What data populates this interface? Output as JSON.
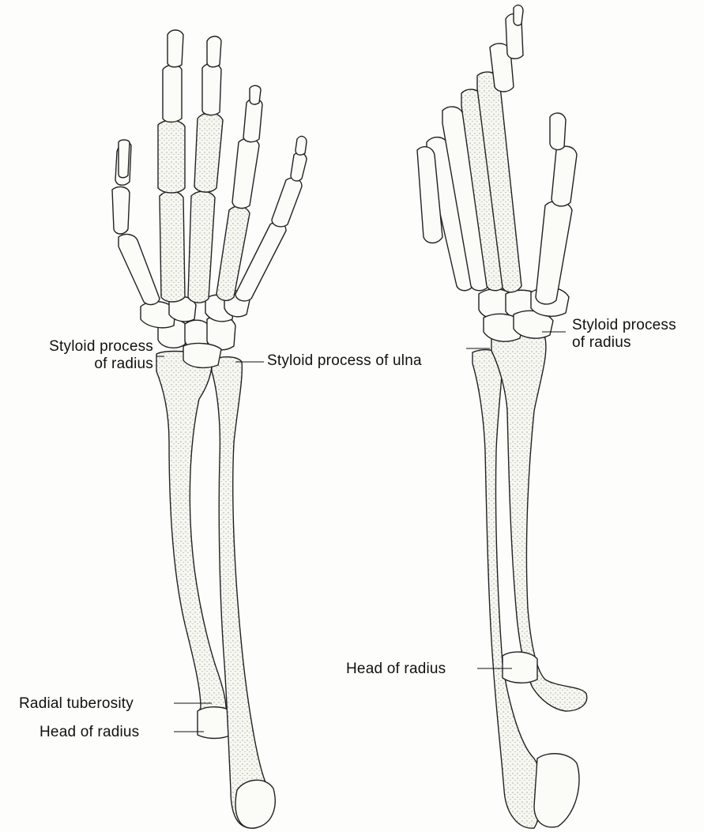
{
  "labels": {
    "left_styloid_radius": "Styloid process\nof radius",
    "left_styloid_ulna": "Styloid process of ulna",
    "left_radial_tuberosity": "Radial tuberosity",
    "left_head_radius": "Head of radius",
    "right_styloid_radius": "Styloid process\nof radius",
    "right_head_radius": "Head of radius"
  }
}
